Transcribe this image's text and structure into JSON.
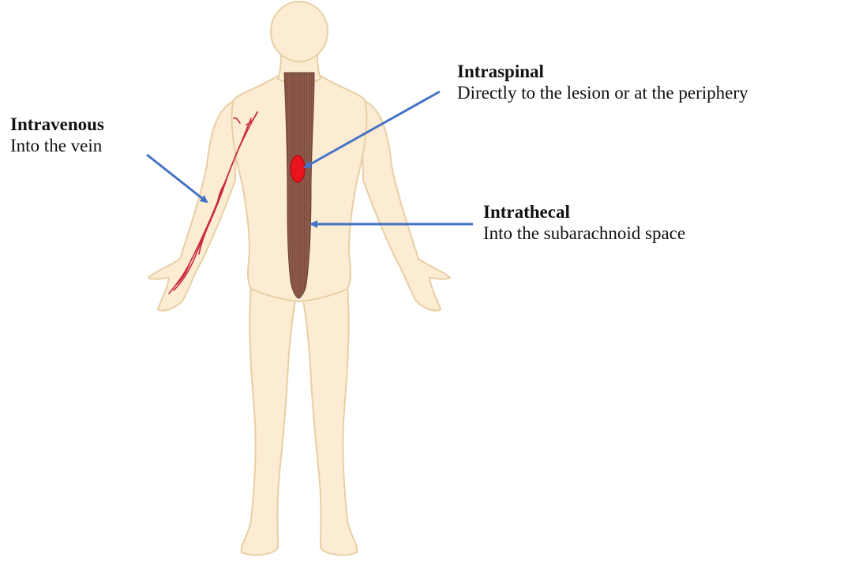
{
  "routes": {
    "intravenous": {
      "title": "Intravenous",
      "desc": "Into the vein"
    },
    "intraspinal": {
      "title": "Intraspinal",
      "desc": "Directly to the lesion or at the periphery"
    },
    "intrathecal": {
      "title": "Intrathecal",
      "desc": "Into the subarachnoid space"
    }
  },
  "colors": {
    "skin": "#fcecd4",
    "skin_outline": "#e8cfa4",
    "spinal_canal": "#8c5a4a",
    "lesion": "#e8141e",
    "vein": "#c8283a",
    "arrow": "#4472c4"
  }
}
